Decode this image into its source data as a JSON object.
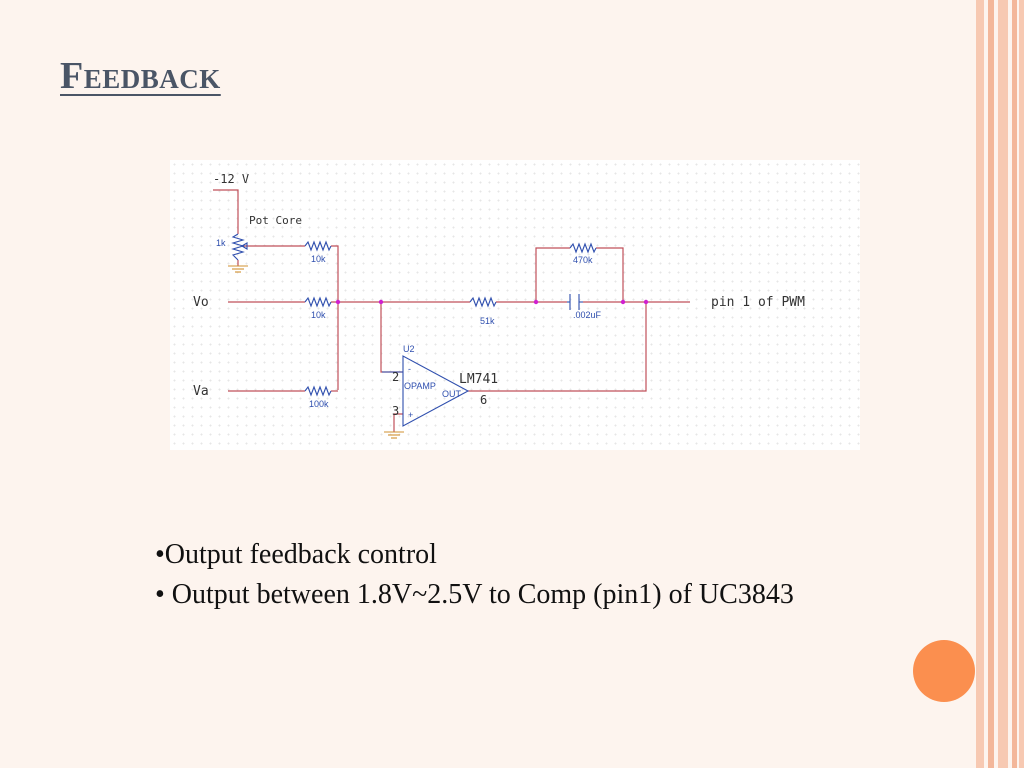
{
  "slide": {
    "title": "Feedback",
    "bullets": [
      "•Output feedback control",
      "• Output between 1.8V~2.5V to Comp (pin1) of UC3843"
    ]
  },
  "schematic": {
    "supply_label": "-12 V",
    "pot_label": "Pot Core",
    "r_pot": "1k",
    "r_top": "10k",
    "r_vo": "10k",
    "r_va": "100k",
    "r_mid": "51k",
    "r_fb": "470k",
    "cap": ".002uF",
    "input_vo": "Vo",
    "input_va": "Va",
    "output": "pin 1 of PWM",
    "ref": "U2",
    "part": "LM741",
    "opamp_label": "OPAMP",
    "out_label": "OUT",
    "minus": "-",
    "plus": "+",
    "pin2": "2",
    "pin3": "3",
    "pin6": "6"
  },
  "colors": {
    "wire": "#c0505a",
    "component": "#2f4fae",
    "junction": "#d020d0",
    "ground": "#d09030",
    "accent": "#fb8f4f",
    "title": "#4a5566"
  }
}
